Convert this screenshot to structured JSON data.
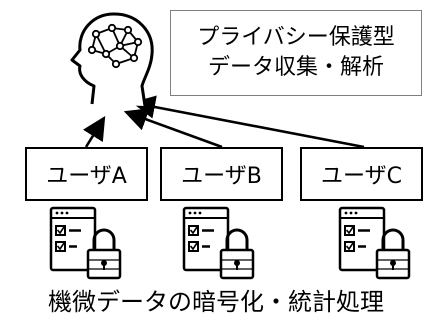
{
  "title": {
    "line1": "プライバシー保護型",
    "line2": "データ収集・解析"
  },
  "users": [
    {
      "label": "ユーザA"
    },
    {
      "label": "ユーザB"
    },
    {
      "label": "ユーザC"
    }
  ],
  "caption": "機微データの暗号化・統計処理",
  "icons": {
    "head": "head-with-brain-network-icon",
    "document": "checklist-document-icon",
    "lock": "padlock-icon"
  }
}
